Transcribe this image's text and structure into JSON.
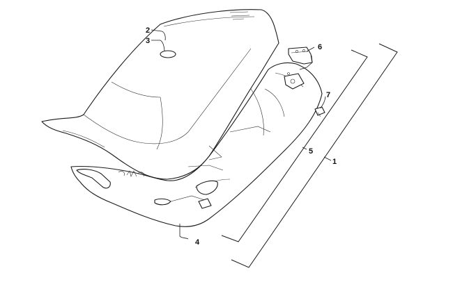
{
  "callouts": [
    {
      "id": "2",
      "label": "2"
    },
    {
      "id": "3",
      "label": "3"
    },
    {
      "id": "6",
      "label": "6"
    },
    {
      "id": "7",
      "label": "7"
    },
    {
      "id": "5",
      "label": "5"
    },
    {
      "id": "1",
      "label": "1"
    },
    {
      "id": "4",
      "label": "4"
    }
  ]
}
